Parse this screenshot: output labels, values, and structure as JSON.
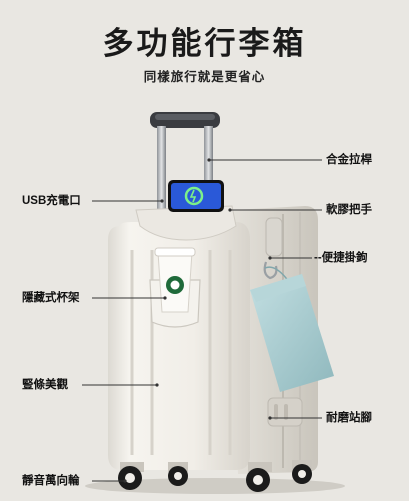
{
  "header": {
    "title": "多功能行李箱",
    "subtitle": "同樣旅行就是更省心"
  },
  "callouts": {
    "handle": "合金拉桿",
    "usb": "USB充電口",
    "soft_grip": "軟膠把手",
    "hook": "--便捷掛鉤",
    "cup_holder": "隱藏式杯架",
    "vertical_stripes": "豎條美觀",
    "stand": "耐磨站腳",
    "wheels": "靜音萬向輪"
  },
  "colors": {
    "background": "#e9e7e2",
    "suitcase": "#f3f1ec",
    "bag": "#a9ccd0",
    "cup_logo": "#1f6a3a",
    "phone_screen": "#2a59d8"
  }
}
